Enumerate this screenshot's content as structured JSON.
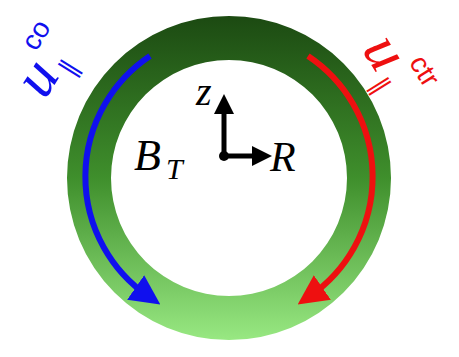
{
  "diagram": {
    "labels": [
      "u",
      "∥",
      "co",
      "u",
      "∥",
      "ctr",
      "z",
      "B",
      "T",
      "R"
    ]
  }
}
